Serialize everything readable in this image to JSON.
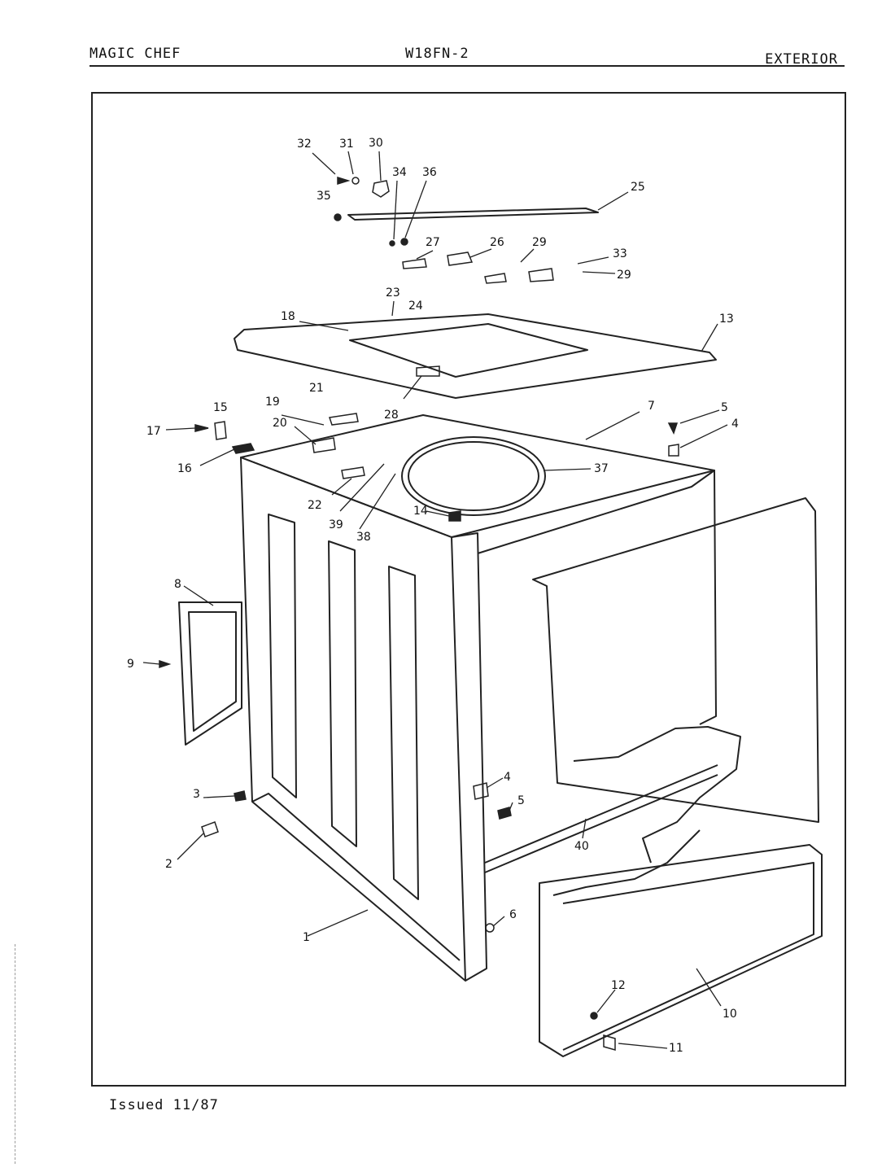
{
  "header": {
    "brand": "MAGIC CHEF",
    "model": "W18FN-2",
    "section": "EXTERIOR"
  },
  "footer": {
    "issued": "Issued 11/87"
  },
  "callouts": [
    {
      "id": "c32",
      "label": "32"
    },
    {
      "id": "c31",
      "label": "31"
    },
    {
      "id": "c30",
      "label": "30"
    },
    {
      "id": "c34",
      "label": "34"
    },
    {
      "id": "c36",
      "label": "36"
    },
    {
      "id": "c35",
      "label": "35"
    },
    {
      "id": "c25",
      "label": "25"
    },
    {
      "id": "c27",
      "label": "27"
    },
    {
      "id": "c26",
      "label": "26"
    },
    {
      "id": "c29a",
      "label": "29"
    },
    {
      "id": "c33",
      "label": "33"
    },
    {
      "id": "c29b",
      "label": "29"
    },
    {
      "id": "c23",
      "label": "23"
    },
    {
      "id": "c24",
      "label": "24"
    },
    {
      "id": "c18",
      "label": "18"
    },
    {
      "id": "c13",
      "label": "13"
    },
    {
      "id": "c21",
      "label": "21"
    },
    {
      "id": "c15",
      "label": "15"
    },
    {
      "id": "c19",
      "label": "19"
    },
    {
      "id": "c28",
      "label": "28"
    },
    {
      "id": "c7",
      "label": "7"
    },
    {
      "id": "c5a",
      "label": "5"
    },
    {
      "id": "c17",
      "label": "17"
    },
    {
      "id": "c20",
      "label": "20"
    },
    {
      "id": "c4a",
      "label": "4"
    },
    {
      "id": "c16",
      "label": "16"
    },
    {
      "id": "c37",
      "label": "37"
    },
    {
      "id": "c22",
      "label": "22"
    },
    {
      "id": "c14",
      "label": "14"
    },
    {
      "id": "c39",
      "label": "39"
    },
    {
      "id": "c38",
      "label": "38"
    },
    {
      "id": "c8",
      "label": "8"
    },
    {
      "id": "c9",
      "label": "9"
    },
    {
      "id": "c4b",
      "label": "4"
    },
    {
      "id": "c3",
      "label": "3"
    },
    {
      "id": "c5b",
      "label": "5"
    },
    {
      "id": "c40",
      "label": "40"
    },
    {
      "id": "c2",
      "label": "2"
    },
    {
      "id": "c6",
      "label": "6"
    },
    {
      "id": "c1",
      "label": "1"
    },
    {
      "id": "c12",
      "label": "12"
    },
    {
      "id": "c10",
      "label": "10"
    },
    {
      "id": "c11",
      "label": "11"
    }
  ]
}
